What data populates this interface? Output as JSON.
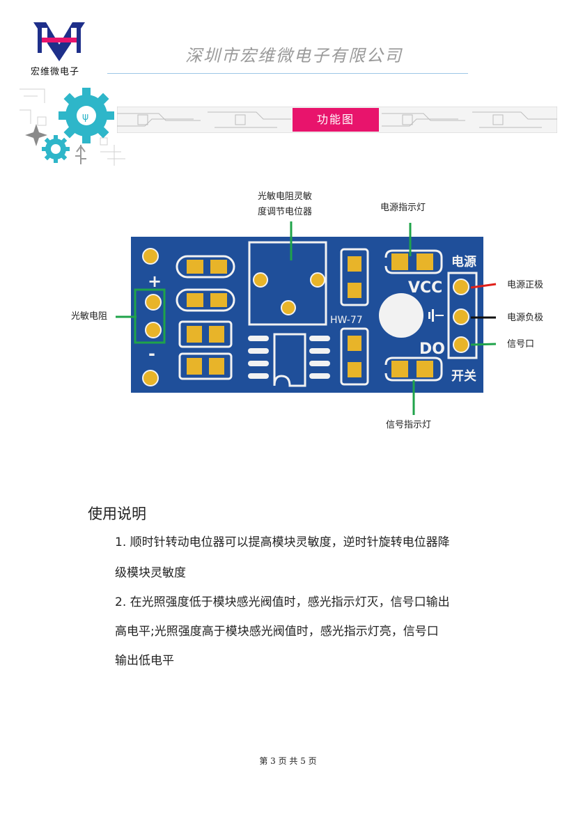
{
  "header": {
    "logo_text": "宏维微电子",
    "company_name": "深圳市宏维微电子有限公司",
    "section_label": "功能图"
  },
  "board": {
    "silk_vcc": "VCC",
    "silk_do": "DO",
    "silk_model": "HW-77",
    "silk_top": "电源",
    "silk_bottom": "开关",
    "plus": "+",
    "minus": "-"
  },
  "callouts": {
    "pot": [
      "光敏电阻灵敏",
      "度调节电位器"
    ],
    "power_led": "电源指示灯",
    "photoresistor": "光敏电阻",
    "power_positive": "电源正极",
    "power_negative": "电源负极",
    "signal_port": "信号口",
    "signal_led": "信号指示灯"
  },
  "colors": {
    "board_blue": "#1f4f9a",
    "pad_gold": "#e8b429",
    "callout_green": "#1fa34a",
    "banner_pink": "#e8146c",
    "gear_teal": "#2eb6c9"
  },
  "instructions": {
    "title": "使用说明",
    "item1_line1": "1. 顺时针转动电位器可以提高模块灵敏度，逆时针旋转电位器降",
    "item1_line2": "级模块灵敏度",
    "item2_line1": "2. 在光照强度低于模块感光阀值时，感光指示灯灭，信号口输出",
    "item2_line2": "高电平;光照强度高于模块感光阀值时，感光指示灯亮，信号口",
    "item2_line3": "输出低电平"
  },
  "footer": {
    "page_text": "第 3 页 共 5 页"
  }
}
